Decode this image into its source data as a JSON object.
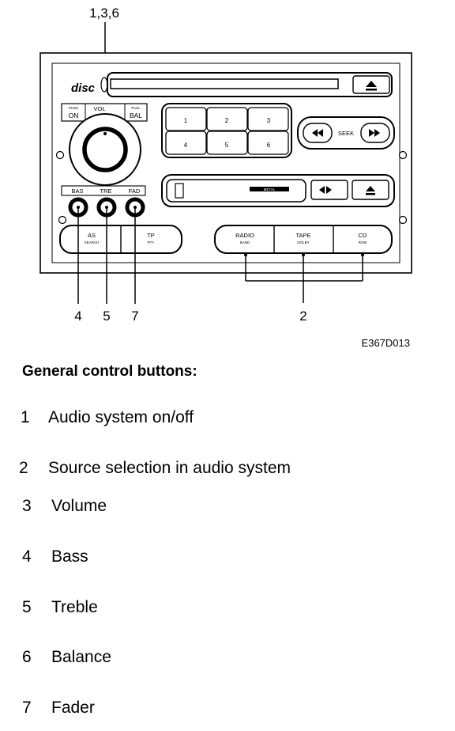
{
  "callouts": {
    "top": "1,3,6",
    "bottom_4": "4",
    "bottom_5": "5",
    "bottom_7": "7",
    "bottom_2": "2"
  },
  "figure_code": "E367D013",
  "panel": {
    "disc_logo": "disc",
    "power_label_small": "PUSH",
    "power_label": "ON",
    "vol_label": "VOL",
    "bal_label_small": "PULL",
    "bal_label": "BAL",
    "presets": [
      "1",
      "2",
      "3",
      "4",
      "5",
      "6"
    ],
    "seek_label": "SEEK",
    "knob_labels": [
      "BAS",
      "TRE",
      "FAD"
    ],
    "as_label": "AS",
    "as_sub": "SEARCH",
    "tp_label": "TP",
    "tp_sub": "PTY",
    "radio_label": "RADIO",
    "radio_sub": "BAND",
    "tape_label": "TAPE",
    "tape_sub": "DOLBY",
    "cd_label": "CD",
    "cd_sub": "ROM",
    "tape_window_text": "METAL"
  },
  "legend": {
    "heading": "General control buttons:",
    "items": [
      {
        "num": "1",
        "text": "Audio system on/off"
      },
      {
        "num": "2",
        "text": "Source selection in audio system"
      },
      {
        "num": "3",
        "text": "Volume"
      },
      {
        "num": "4",
        "text": "Bass"
      },
      {
        "num": "5",
        "text": "Treble"
      },
      {
        "num": "6",
        "text": "Balance"
      },
      {
        "num": "7",
        "text": "Fader"
      }
    ]
  }
}
